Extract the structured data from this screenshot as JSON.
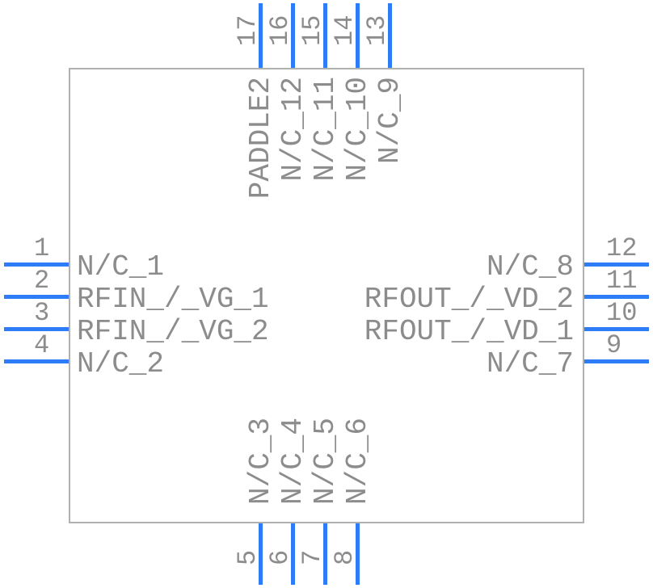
{
  "diagram": {
    "kind": "component-pinout-footprint",
    "colors": {
      "pin_line": "#2e7df6",
      "text": "#8c8c8c",
      "body_border": "#b0b0b0",
      "background": "#ffffff"
    }
  },
  "pins": {
    "top": [
      {
        "number": "17",
        "label": "PADDLE2"
      },
      {
        "number": "16",
        "label": "N/C_12"
      },
      {
        "number": "15",
        "label": "N/C_11"
      },
      {
        "number": "14",
        "label": "N/C_10"
      },
      {
        "number": "13",
        "label": "N/C_9"
      }
    ],
    "bottom": [
      {
        "number": "5",
        "label": "N/C_3"
      },
      {
        "number": "6",
        "label": "N/C_4"
      },
      {
        "number": "7",
        "label": "N/C_5"
      },
      {
        "number": "8",
        "label": "N/C_6"
      }
    ],
    "left": [
      {
        "number": "1",
        "label": "N/C_1"
      },
      {
        "number": "2",
        "label": "RFIN_/_VG_1"
      },
      {
        "number": "3",
        "label": "RFIN_/_VG_2"
      },
      {
        "number": "4",
        "label": "N/C_2"
      }
    ],
    "right": [
      {
        "number": "12",
        "label": "N/C_8"
      },
      {
        "number": "11",
        "label": "RFOUT_/_VD_2"
      },
      {
        "number": "10",
        "label": "RFOUT_/_VD_1"
      },
      {
        "number": "9",
        "label": "N/C_7"
      }
    ]
  }
}
